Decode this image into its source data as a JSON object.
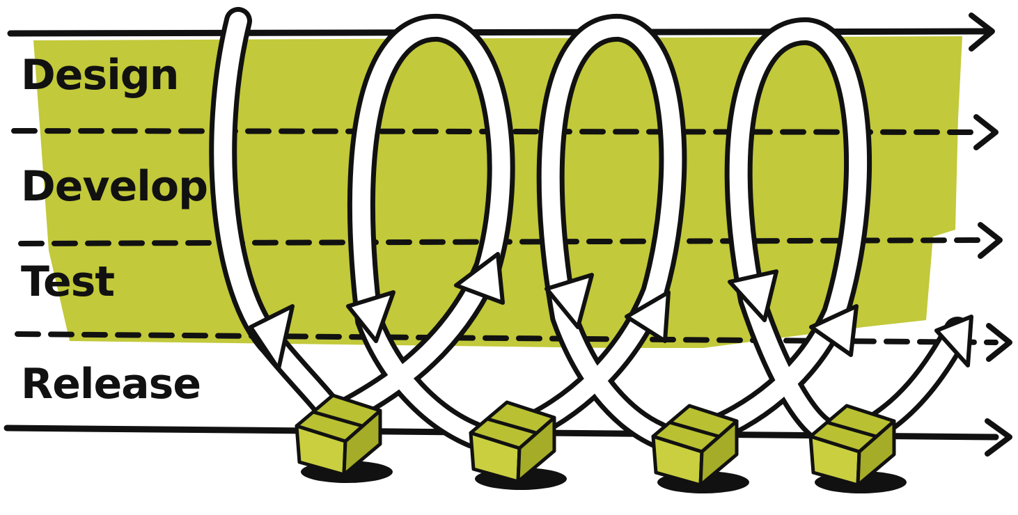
{
  "diagram": {
    "phases": [
      "Design",
      "Develop",
      "Test",
      "Release"
    ],
    "colors": {
      "band": "#c2c93a",
      "ink": "#111111",
      "arrow_fill": "#ffffff",
      "box_front": "#c9cf3f",
      "box_top": "#b9c032",
      "box_side": "#a5ac27",
      "shadow": "#111111"
    },
    "release_count": 4
  }
}
